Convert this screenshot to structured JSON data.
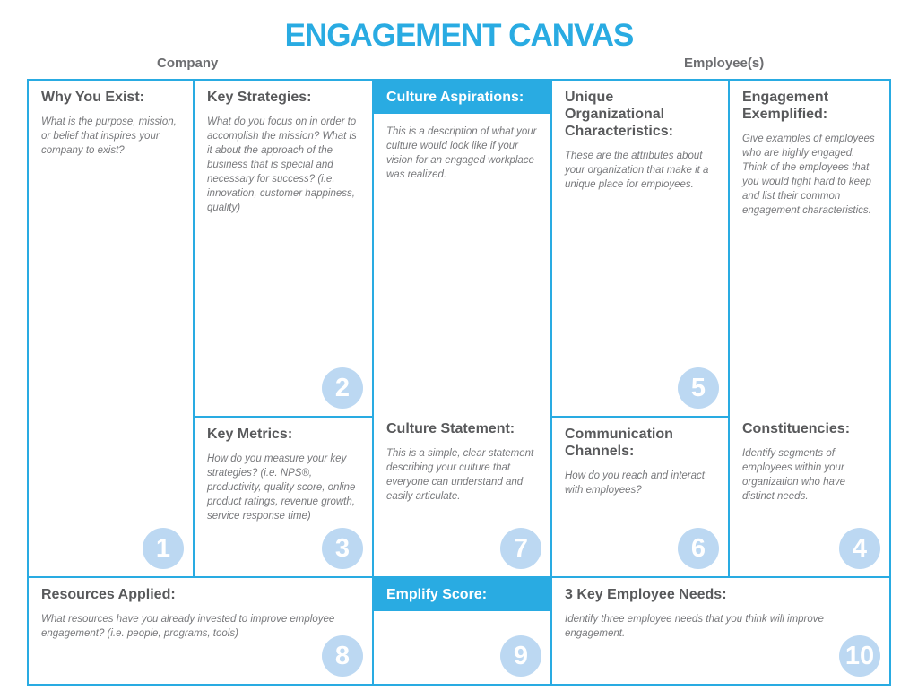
{
  "title": "ENGAGEMENT CANVAS",
  "labels": {
    "company": "Company",
    "employees": "Employee(s)"
  },
  "colors": {
    "accent": "#29ABE2",
    "heading_text": "#58595B",
    "body_text": "#77787B",
    "badge_fill": "#BCD8F2",
    "badge_text": "#FFFFFF"
  },
  "cells": {
    "why_you_exist": {
      "heading": "Why You Exist:",
      "description": "What is the purpose, mission, or belief that inspires  your company to exist?",
      "badge": "1"
    },
    "key_strategies": {
      "heading": "Key Strategies:",
      "description": "What do you focus on in order to accomplish the mission? What is it about the approach of the business that is special and necessary for success? (i.e. innovation, customer happiness, quality)",
      "badge": "2"
    },
    "key_metrics": {
      "heading": "Key Metrics:",
      "description": "How do you measure your key strategies? (i.e. NPS®, productivity, quality score, online product ratings, revenue growth, service response time)",
      "badge": "3"
    },
    "culture_aspirations": {
      "heading": "Culture Aspirations:",
      "description": "This is a description of what your culture would look like if your vision for an engaged workplace was realized."
    },
    "culture_statement": {
      "heading": "Culture Statement:",
      "description": "This is a simple, clear statement describing your culture that everyone can understand and easily articulate.",
      "badge": "7"
    },
    "unique_org_characteristics": {
      "heading": "Unique Organizational Characteristics:",
      "description": "These are the attributes about your organization that make it a unique place for employees.",
      "badge": "5"
    },
    "communication_channels": {
      "heading": "Communication Channels:",
      "description": "How do you reach and interact with employees?",
      "badge": "6"
    },
    "engagement_exemplified": {
      "heading": "Engagement Exemplified:",
      "description": "Give examples of employees who are highly engaged. Think of the employees that you would fight hard to keep and list their common engagement characteristics."
    },
    "constituencies": {
      "heading": "Constituencies:",
      "description": "Identify segments of employees within your organization who have distinct needs.",
      "badge": "4"
    },
    "resources_applied": {
      "heading": "Resources Applied:",
      "description": "What resources have you already invested to improve employee engagement? (i.e. people, programs, tools)",
      "badge": "8"
    },
    "emplify_score": {
      "heading": "Emplify Score:",
      "badge": "9"
    },
    "key_employee_needs": {
      "heading": "3 Key Employee Needs:",
      "description": "Identify three employee needs that you think will improve engagement.",
      "badge": "10"
    }
  }
}
